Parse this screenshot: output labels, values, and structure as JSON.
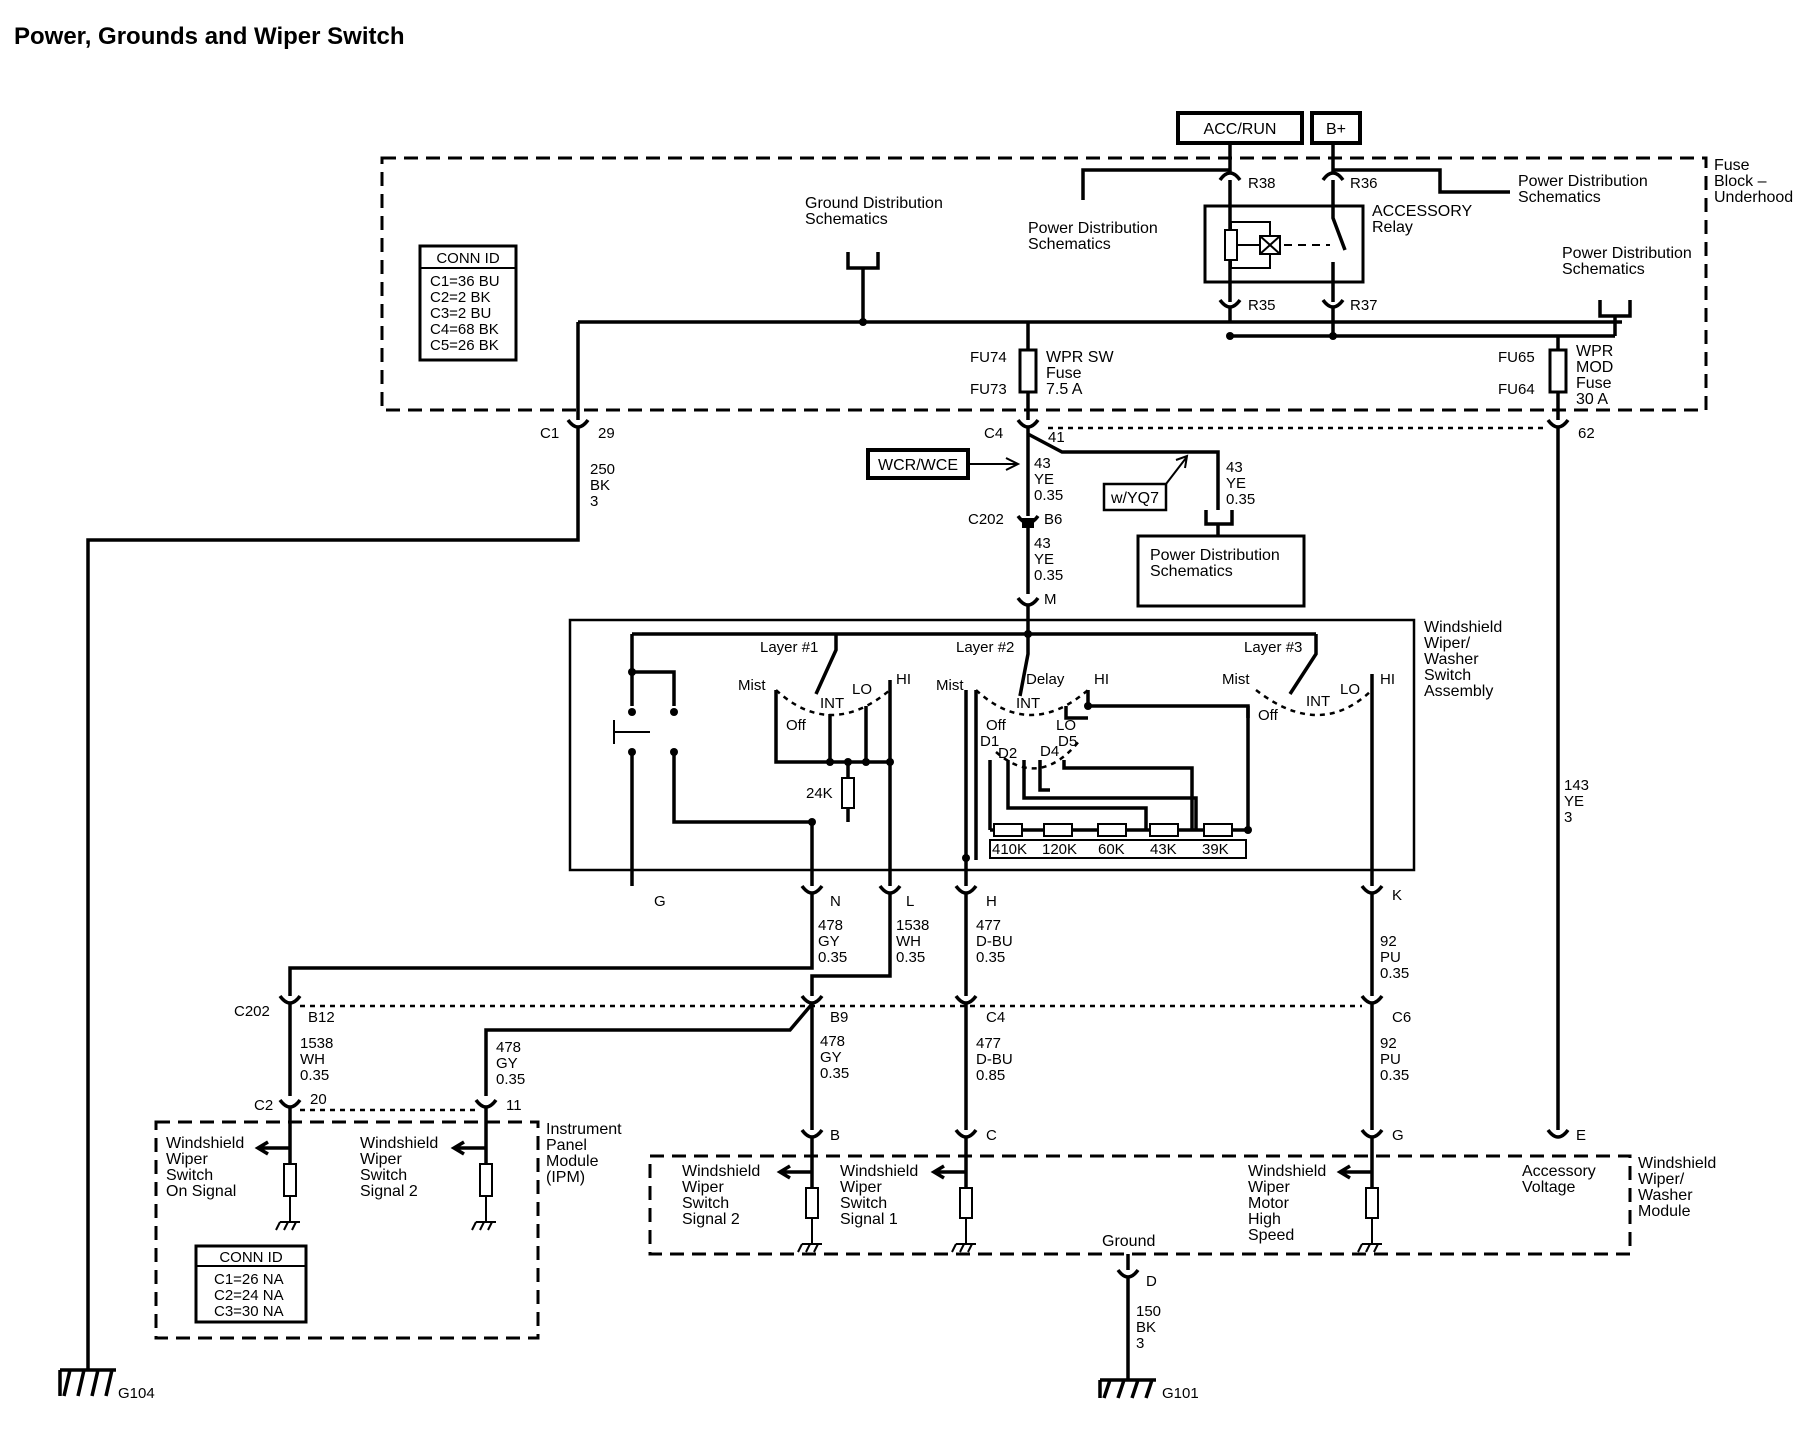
{
  "title": "Power, Grounds and Wiper Switch",
  "sources": {
    "acc_run": "ACC/RUN",
    "b_plus": "B+"
  },
  "fuse_block": {
    "name": "Fuse Block – Underhood",
    "conn_id": {
      "title": "CONN ID",
      "lines": [
        "C1=36 BU",
        "C2=2 BK",
        "C3=2 BU",
        "C4=68 BK",
        "C5=26 BK"
      ]
    },
    "ground_ref": "Ground Distribution Schematics",
    "pd_ref_left": "Power Distribution Schematics",
    "pd_ref_right": "Power Distribution Schematics",
    "pd_ref_right2": "Power Distribution Schematics",
    "relay": "ACCESSORY Relay",
    "pins": {
      "r38": "R38",
      "r36": "R36",
      "r35": "R35",
      "r37": "R37"
    },
    "fuse_left": {
      "top": "FU74",
      "bottom": "FU73",
      "label": "WPR SW Fuse 7.5 A"
    },
    "fuse_right": {
      "top": "FU65",
      "bottom": "FU64",
      "label": "WPR MOD Fuse 30 A"
    }
  },
  "connectors": {
    "c1": "C1",
    "c1_pin": "29",
    "c4": "C4",
    "c4_pin": "41",
    "c4_pin_right": "62",
    "c202_top": "C202",
    "c202_top_pin": "B6",
    "m": "M",
    "switch_pins": [
      "G",
      "N",
      "L",
      "H",
      "K"
    ],
    "c202_mid": "C202",
    "c202_mid_pins": [
      "B12",
      "B9",
      "C4",
      "C6"
    ],
    "ipm_conn": "C2",
    "ipm_pins": [
      "20",
      "11"
    ],
    "module_pins": [
      "B",
      "C",
      "G",
      "E"
    ],
    "ground_pin": "D"
  },
  "wires": {
    "c1": [
      "250",
      "BK",
      "3"
    ],
    "c4_a": [
      "43",
      "YE",
      "0.35"
    ],
    "c4_b": [
      "43",
      "YE",
      "0.35"
    ],
    "c202": [
      "43",
      "YE",
      "0.35"
    ],
    "acc": [
      "143",
      "YE",
      "3"
    ],
    "n": [
      "478",
      "GY",
      "0.35"
    ],
    "l": [
      "1538",
      "WH",
      "0.35"
    ],
    "h": [
      "477",
      "D-BU",
      "0.35"
    ],
    "k": [
      "92",
      "PU",
      "0.35"
    ],
    "b12": [
      "1538",
      "WH",
      "0.35"
    ],
    "ipm11": [
      "478",
      "GY",
      "0.35"
    ],
    "b9": [
      "478",
      "GY",
      "0.35"
    ],
    "c4mid": [
      "477",
      "D-BU",
      "0.85"
    ],
    "c6": [
      "92",
      "PU",
      "0.35"
    ],
    "gnd": [
      "150",
      "BK",
      "3"
    ]
  },
  "options": {
    "wcr": "WCR/WCE",
    "wyq7": "w/YQ7"
  },
  "pd_box": "Power Distribution Schematics",
  "switch": {
    "name": "Windshield Wiper/ Washer Switch Assembly",
    "layers": [
      "Layer #1",
      "Layer #2",
      "Layer #3"
    ],
    "l1": {
      "mist": "Mist",
      "off": "Off",
      "int": "INT",
      "lo": "LO",
      "hi": "HI"
    },
    "l2": {
      "mist": "Mist",
      "delay": "Delay",
      "hi": "HI",
      "int": "INT",
      "off": "Off",
      "lo": "LO",
      "d1": "D1",
      "d2": "D2",
      "d3": "D4",
      "d5": "D5"
    },
    "l3": {
      "mist": "Mist",
      "off": "Off",
      "int": "INT",
      "lo": "LO",
      "hi": "HI"
    },
    "resistor_24k": "24K",
    "resistors": [
      "410K",
      "120K",
      "60K",
      "43K",
      "39K"
    ]
  },
  "ipm": {
    "name": "Instrument Panel Module (IPM)",
    "sig_on": "Windshield Wiper Switch On Signal",
    "sig_2": "Windshield Wiper Switch Signal 2",
    "conn_id": {
      "title": "CONN ID",
      "lines": [
        "C1=26 NA",
        "C2=24 NA",
        "C3=30 NA"
      ]
    }
  },
  "module": {
    "name": "Windshield Wiper/ Washer Module",
    "sig2": "Windshield Wiper Switch Signal 2",
    "sig1": "Windshield Wiper Switch Signal 1",
    "hi": "Windshield Wiper Motor High Speed",
    "acc": "Accessory Voltage",
    "ground": "Ground"
  },
  "grounds": {
    "g104": "G104",
    "g101": "G101"
  }
}
